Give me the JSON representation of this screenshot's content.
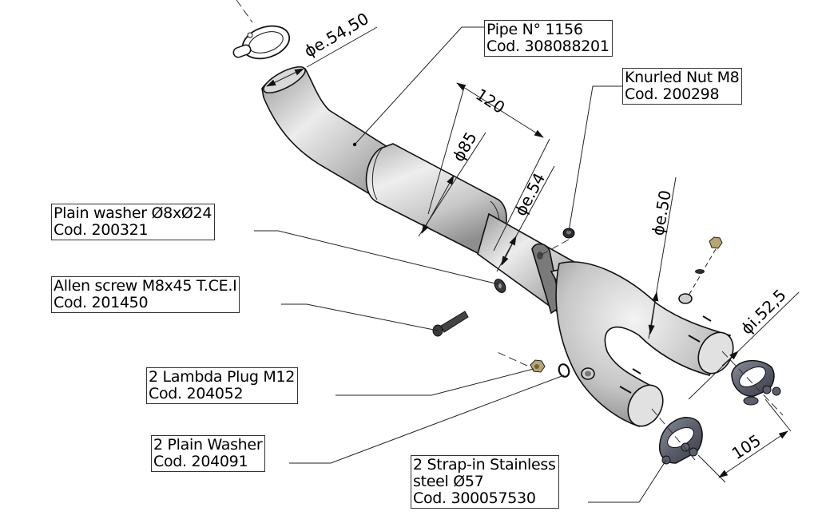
{
  "drawing": {
    "title": "Exhaust Y-pipe exploded assembly",
    "colors": {
      "pipe_light": "#e6e6e6",
      "pipe_mid": "#bdbdbd",
      "pipe_dark": "#8a8a8a",
      "clamp": "#6e7180",
      "clamp_dark": "#3e404a",
      "brass": "#b8a672",
      "line": "#222222"
    }
  },
  "labels": [
    {
      "id": "pipe",
      "lines": [
        "Pipe N° 1156",
        "Cod. 308088201"
      ]
    },
    {
      "id": "knurled-nut",
      "lines": [
        "Knurled Nut M8",
        "Cod. 200298"
      ]
    },
    {
      "id": "plain-washer",
      "lines": [
        "Plain washer Ø8xØ24",
        "Cod. 200321"
      ]
    },
    {
      "id": "allen-screw",
      "lines": [
        "Allen screw M8x45 T.CE.I",
        "Cod. 201450"
      ]
    },
    {
      "id": "lambda-plug",
      "lines": [
        "2 Lambda Plug M12",
        "Cod. 204052"
      ]
    },
    {
      "id": "plain-washer-2",
      "lines": [
        "2 Plain Washer",
        "Cod. 204091"
      ]
    },
    {
      "id": "strap-clamp",
      "lines": [
        "2 Strap-in Stainless",
        "steel Ø57",
        "Cod. 300057530"
      ]
    }
  ],
  "dimensions": {
    "inlet_diameter": "ϕe.54,50",
    "muffler_length": "120",
    "muffler_diameter": "ϕ85",
    "mid_pipe_diameter": "ϕe.54",
    "branch_diameter": "ϕe.50",
    "outlet_inner_diameter": "ϕi.52,5",
    "outlet_spacing": "105"
  }
}
